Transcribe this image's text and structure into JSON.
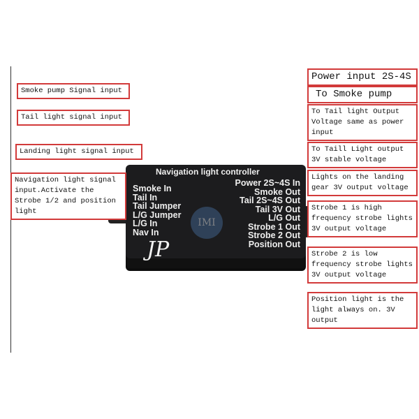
{
  "device": {
    "title": "Navigation light controller",
    "inputs": [
      "Smoke In",
      "Tail In",
      "Tail Jumper",
      "L/G Jumper",
      "L/G In",
      "Nav In"
    ],
    "outputs": [
      "Power 2S~4S In",
      "Smoke Out",
      "Tail 2S~4S Out",
      "Tail 3V Out",
      "L/G Out",
      "Strobe 1 Out",
      "Strobe 2 Out",
      "Position Out"
    ],
    "logo": "JP",
    "watermark": "IMI"
  },
  "left_labels": [
    "Smoke pump Signal input",
    "Tail light signal input",
    "Landing light signal input",
    "Navigation light signal input.Activate the Strobe 1/2 and position light"
  ],
  "right_labels": [
    "Power input 2S-4S",
    "To Smoke pump",
    "To Tail light Output Voltage same as power input",
    "To Taill Light output 3V stable voltage",
    "Lights on the landing gear 3V output voltage",
    "Strobe 1 is high frequency strobe lights 3V output voltage",
    "Strobe 2 is low frequency strobe lights 3V output voltage",
    "Position light is the light always on. 3V output"
  ],
  "colors": {
    "annotation_border": "#d23a3a",
    "device_body": "#1c1c1e"
  }
}
